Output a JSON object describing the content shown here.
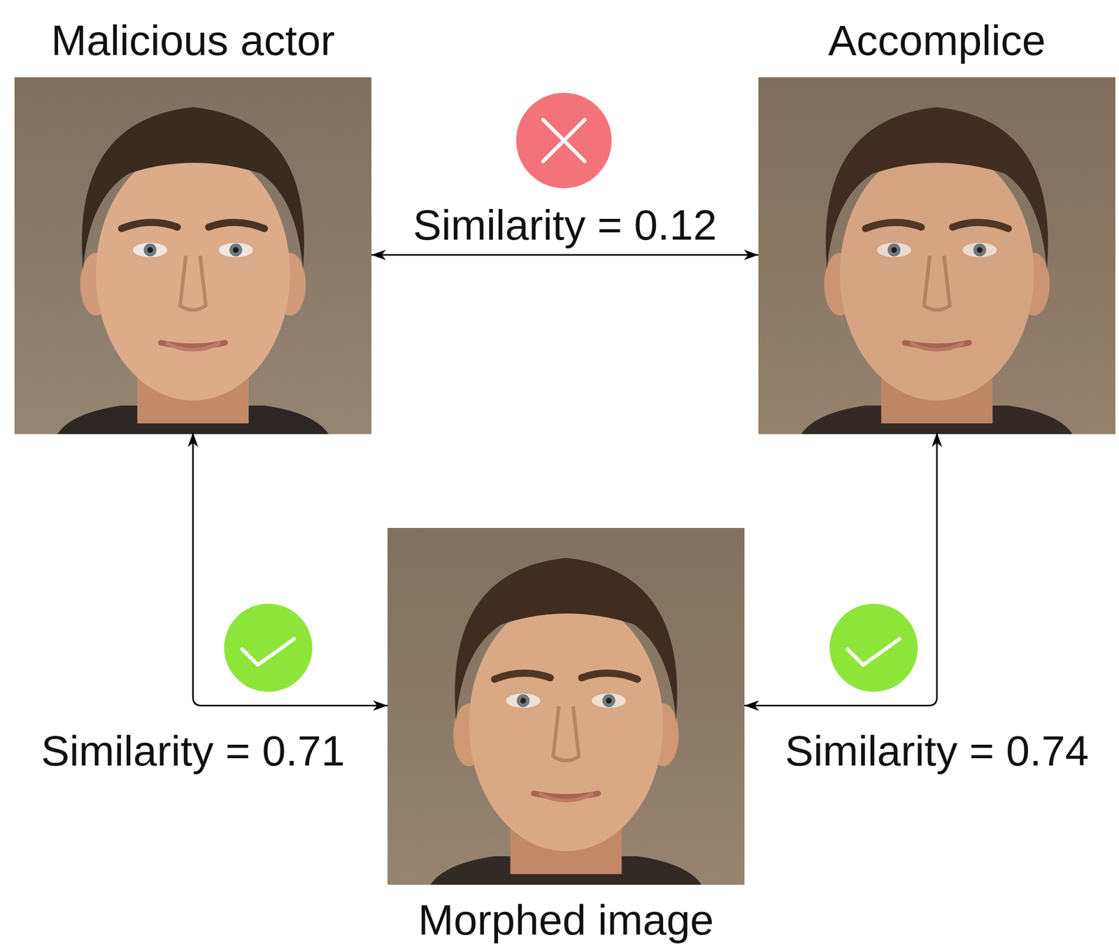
{
  "diagram": {
    "nodes": [
      {
        "text": [
          "Malicious actor"
        ]
      },
      {
        "text": [
          "Accomplice"
        ]
      },
      {
        "text": [
          "Morphed image"
        ]
      }
    ],
    "edges": [
      {
        "from": 0,
        "to": 1,
        "label": "Similarity = 0.12",
        "arrow": "both"
      },
      {
        "from": 0,
        "to": 2,
        "label": "Similarity = 0.71",
        "arrow": "both"
      },
      {
        "from": 1,
        "to": 2,
        "label": "Similarity = 0.74",
        "arrow": "both"
      }
    ]
  }
}
